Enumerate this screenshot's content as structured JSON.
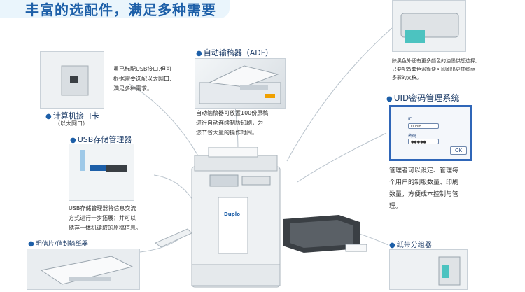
{
  "headline": "丰富的选配件，满足多种需要",
  "adf": {
    "title": "自动输稿器（ADF）",
    "desc": [
      "自动输稿器可放置100份原稿",
      "进行自动连续制版印刷，为",
      "您节省大量的操作时间。"
    ]
  },
  "interface_card": {
    "title": "计算机接口卡",
    "subtitle": "（以太网口）",
    "desc": [
      "虽已标配USB接口,但可",
      "根据需要选配以太网口,",
      "满足多种需求。"
    ]
  },
  "usb_manager": {
    "title": "USB存储管理器",
    "desc": [
      "USB存储管理器将信息交流",
      "方式进行一步拓展；并可以",
      "储存一体机读取的原稿信息。"
    ]
  },
  "color_drum": {
    "desc": [
      "除黑色外还有更多颜色的油墨供您选择,",
      "只要配备套色滚筒便可印刷出更加绚丽",
      "多彩的文稿。"
    ]
  },
  "uid": {
    "title": "UID密码管理系统",
    "screen": {
      "id_label": "ID",
      "id_value": "Duplo",
      "password_label": "密码",
      "password_value": "●●●●●",
      "ok_label": "OK"
    },
    "desc": [
      "管理者可以设定、管理每",
      "个用户的制版数量、印刷",
      "数量，方便成本控制与管",
      "理。"
    ]
  },
  "postcard_feeder": {
    "title": "明信片/信封输纸器"
  },
  "tape_sorter": {
    "title": "纸带分组器"
  },
  "machine": {
    "brand": "Duplo"
  },
  "colors": {
    "headline": "#1d5fa8",
    "accent": "#2f66b8",
    "connector": "#b9c3cc"
  }
}
